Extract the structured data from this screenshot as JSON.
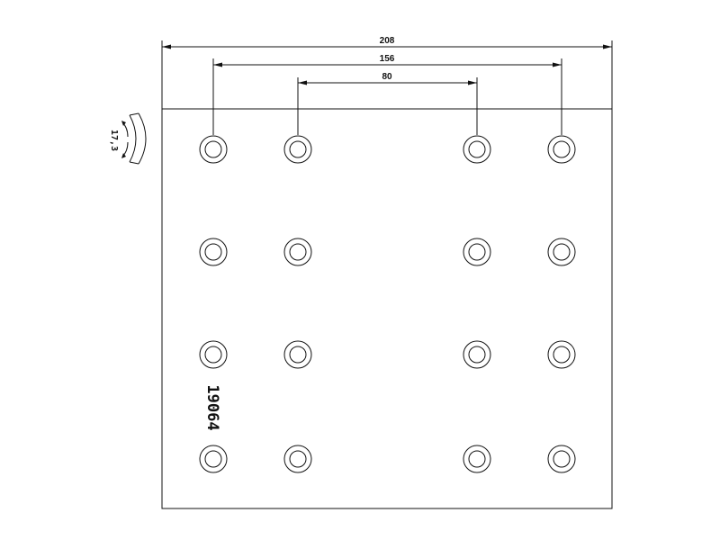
{
  "drawing": {
    "dimensions": {
      "overall_width": "208",
      "outer_hole_spacing": "156",
      "inner_hole_spacing": "80"
    },
    "part_number": "19064",
    "thickness_label": "17,3",
    "hole_rows": 4,
    "hole_columns": 4,
    "line_color": "#111111"
  }
}
